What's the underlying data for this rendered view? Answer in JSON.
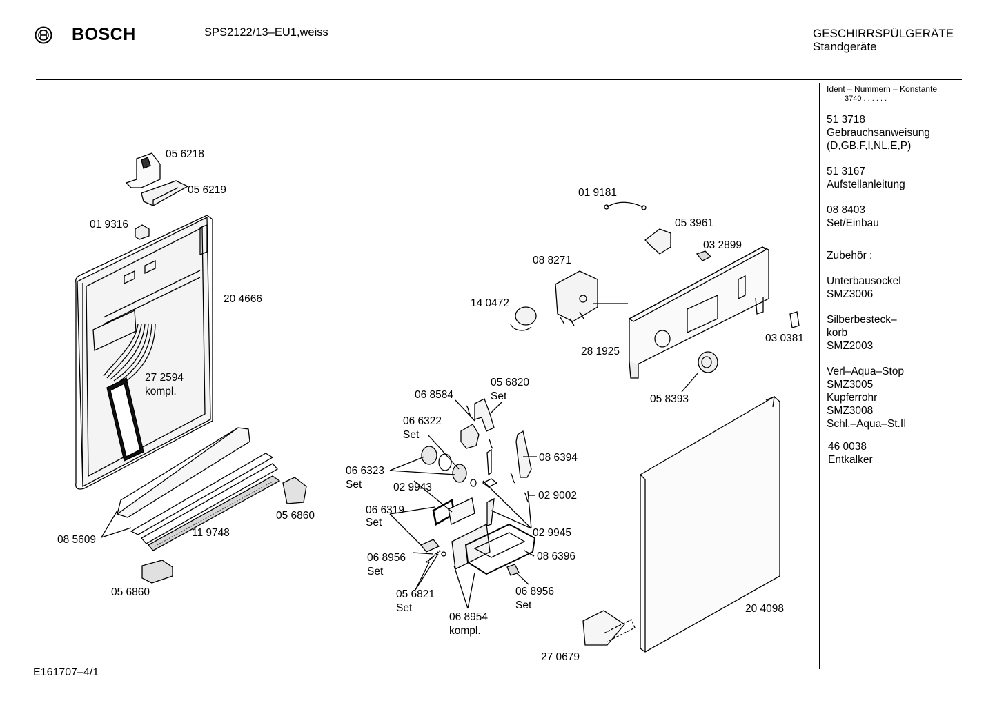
{
  "header": {
    "brand": "BOSCH",
    "model": "SPS2122/13–EU1,weiss",
    "category": "GESCHIRRSPÜLGERÄTE",
    "subcategory": "Standgeräte"
  },
  "side_panel": {
    "ident_title": "Ident – Nummern – Konstante",
    "ident_code": "3740 .  .    .  .  .  .",
    "items": [
      {
        "lines": [
          "51 3718",
          "Gebrauchsanweisung",
          "(D,GB,F,I,NL,E,P)"
        ]
      },
      {
        "lines": [
          "51 3167",
          "Aufstellanleitung"
        ]
      },
      {
        "lines": [
          "08 8403",
          "Set/Einbau"
        ]
      },
      {
        "lines": [
          "Zubehör :"
        ]
      },
      {
        "lines": [
          "Unterbausockel",
          "SMZ3006"
        ]
      },
      {
        "lines": [
          "Silberbesteck–",
          "korb",
          "SMZ2003"
        ]
      },
      {
        "lines": [
          "Verl–Aqua–Stop",
          "SMZ3005",
          "Kupferrohr",
          "SMZ3008",
          "Schl.–Aqua–St.II"
        ]
      },
      {
        "lines": [
          "46 0038",
          "Entkalker"
        ]
      }
    ]
  },
  "labels": {
    "p056218": "05 6218",
    "p056219": "05 6219",
    "p019316": "01 9316",
    "p204666": "20 4666",
    "p272594": "27 2594",
    "p272594b": "kompl.",
    "p085609": "08 5609",
    "p119748": "11 9748",
    "p056860a": "05 6860",
    "p056860b": "05 6860",
    "p019181": "01 9181",
    "p053961": "05 3961",
    "p032899": "03 2899",
    "p088271": "08 8271",
    "p140472": "14 0472",
    "p030381": "03 0381",
    "p281925": "28 1925",
    "p058393": "05 8393",
    "p068584": "06 8584",
    "p056820": "05 6820",
    "p056820b": "Set",
    "p066322": "06 6322",
    "p066322b": "Set",
    "p086394": "08 6394",
    "p066323": "06 6323",
    "p066323b": "Set",
    "p029943": "02 9943",
    "p029002": "02 9002",
    "p066319": "06 6319",
    "p066319b": "Set",
    "p029945": "02 9945",
    "p068956a": "06 8956",
    "p068956ab": "Set",
    "p086396": "08 6396",
    "p056821": "05 6821",
    "p056821b": "Set",
    "p068956b": "06 8956",
    "p068956bb": "Set",
    "p068954": "06 8954",
    "p068954b": "kompl.",
    "p204098": "20 4098",
    "p270679": "27 0679"
  },
  "footer": {
    "code": "E161707–4/1"
  }
}
